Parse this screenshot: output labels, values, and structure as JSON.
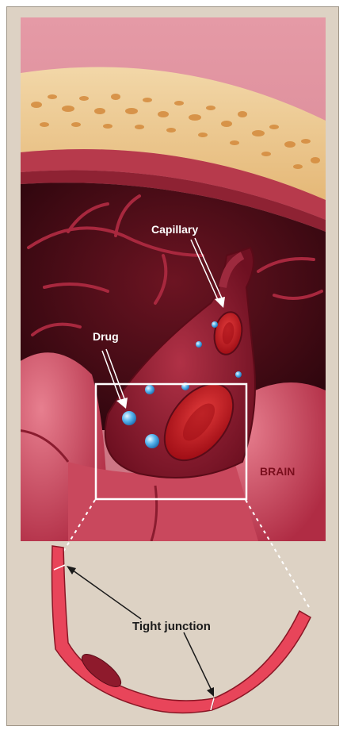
{
  "figure": {
    "labels": {
      "capillary": "Capillary",
      "drug": "Drug",
      "brain": "BRAIN",
      "tight_junction": "Tight junction"
    },
    "colors": {
      "panel_background": "#ddd2c4",
      "vessel": "#e8455a",
      "blood_cell": "#b3121c",
      "drug_particle": "#4aa8e8",
      "bone": "#e3a04a",
      "brain_tissue": "#c83a50"
    }
  }
}
